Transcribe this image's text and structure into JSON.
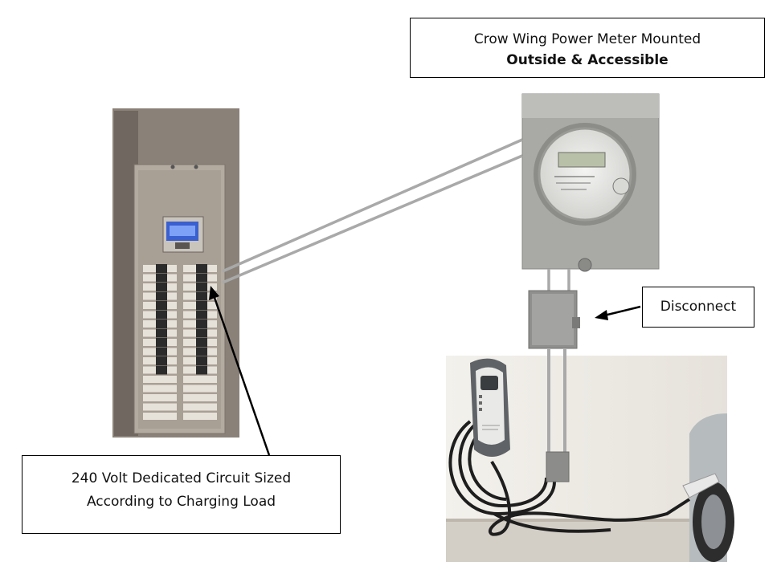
{
  "labels": {
    "meter_line1": "Crow Wing Power Meter Mounted",
    "meter_line2": "Outside & Accessible",
    "disconnect": "Disconnect",
    "circuit_line1": "240 Volt Dedicated Circuit Sized",
    "circuit_line2": "According to Charging Load"
  },
  "colors": {
    "conduit": "#a9a9a9",
    "panel_wall": "#8a8179",
    "panel_door": "#b3aaa0",
    "meter_box": "#a9a9a5",
    "garage_wall": "#efece7"
  },
  "images": [
    {
      "name": "electrical-panel-photo",
      "depicts": "breaker panel with 240 V circuit breakers"
    },
    {
      "name": "power-meter-photo",
      "depicts": "outdoor electric power meter in grey enclosure"
    },
    {
      "name": "disconnect-box-photo",
      "depicts": "grey disconnect switch box"
    },
    {
      "name": "ev-charger-photo",
      "depicts": "wall-mounted EV charger with coiled cable plugged into car"
    }
  ]
}
